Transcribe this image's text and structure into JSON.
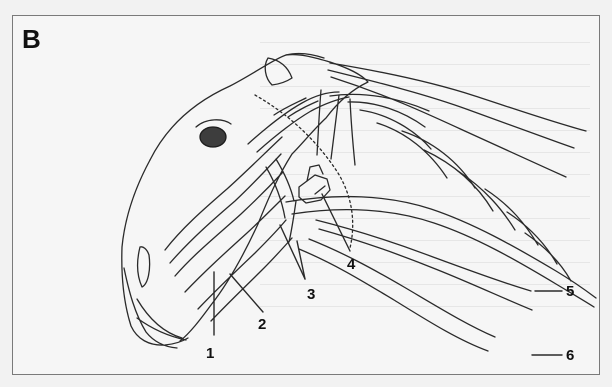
{
  "figure": {
    "panel_label": "B",
    "callouts": [
      "1",
      "2",
      "3",
      "4",
      "5",
      "6"
    ]
  }
}
